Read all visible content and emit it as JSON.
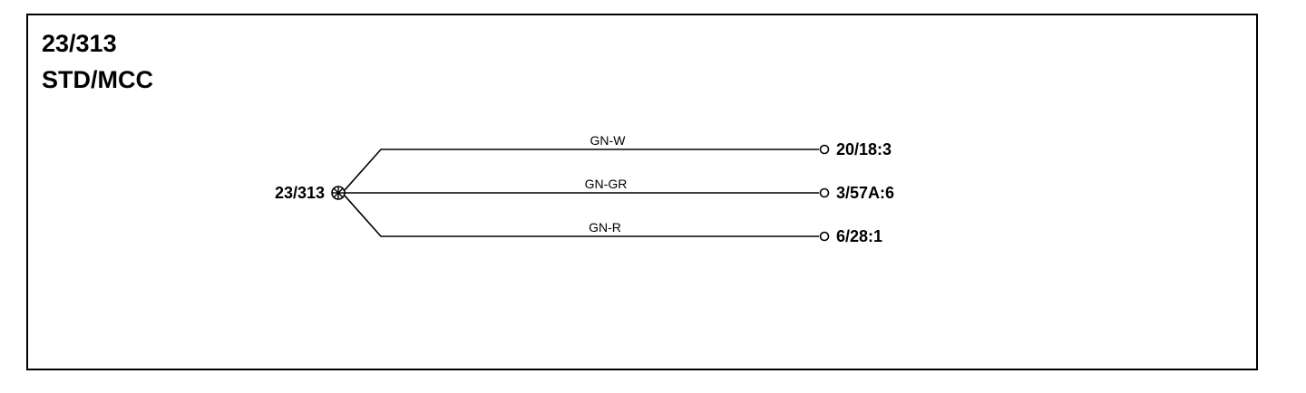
{
  "header": {
    "code": "23/313",
    "variant": "STD/MCC"
  },
  "splice": {
    "label": "23/313"
  },
  "wires": [
    {
      "color": "GN-W",
      "terminal": "20/18:3"
    },
    {
      "color": "GN-GR",
      "terminal": "3/57A:6"
    },
    {
      "color": "GN-R",
      "terminal": "6/28:1"
    }
  ]
}
